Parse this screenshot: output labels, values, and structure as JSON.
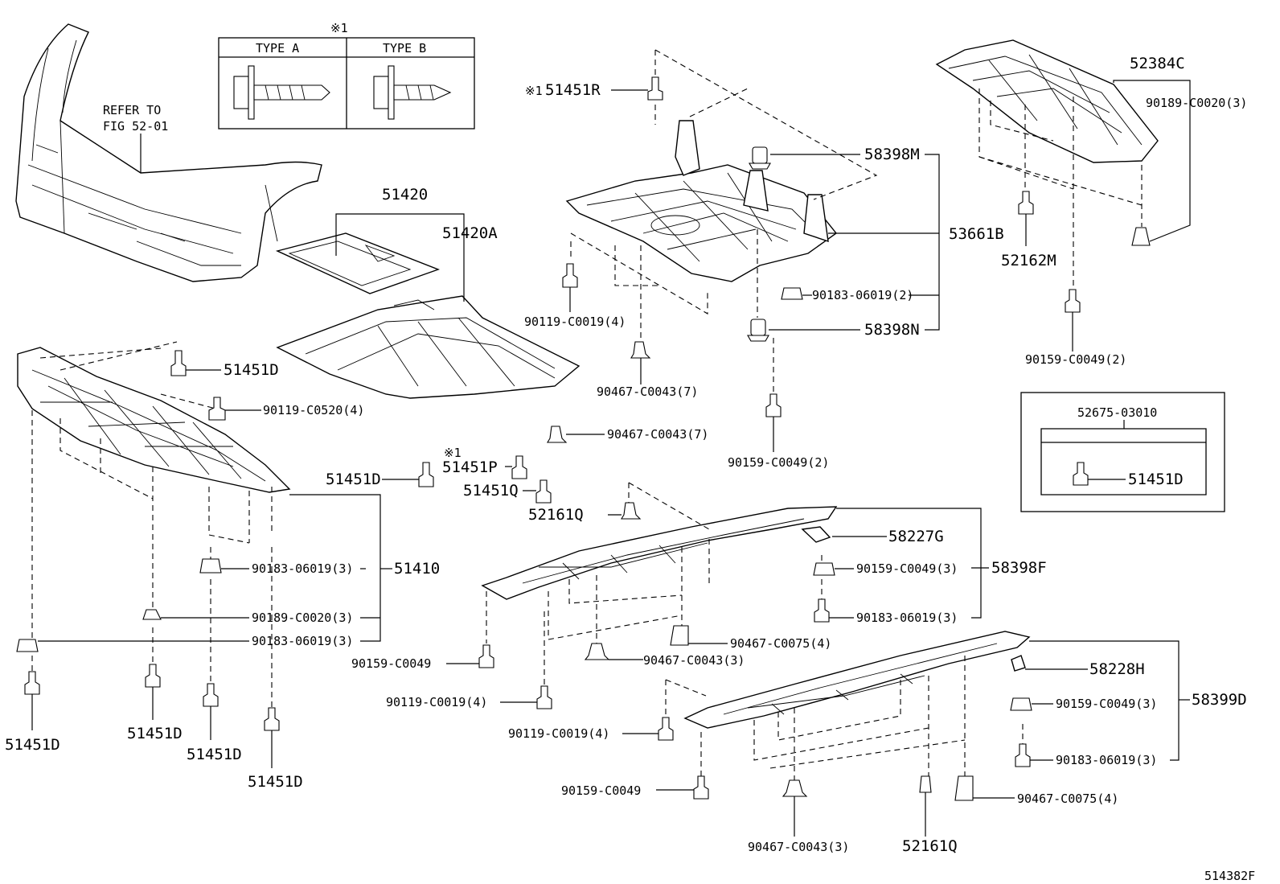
{
  "refer_note": [
    "REFER TO",
    "FIG 52-01"
  ],
  "type_box": {
    "marker": "※1",
    "type_a": "TYPE A",
    "type_b": "TYPE B"
  },
  "inset_box": {
    "header": "52675-03010",
    "part": "51451D"
  },
  "diagram_id": "514382F",
  "labels": {
    "p51420": "51420",
    "p51420A": "51420A",
    "p51451R": "51451R",
    "p51451R_mark": "※1",
    "p58398M": "58398M",
    "p53661B": "53661B",
    "p90183_06019_2": "90183-06019(2)",
    "p58398N": "58398N",
    "p90119_C0019_4_top": "90119-C0019(4)",
    "p90467_C0043_7_a": "90467-C0043(7)",
    "p90467_C0043_7_b": "90467-C0043(7)",
    "p90159_C0049_2_mid": "90159-C0049(2)",
    "p52384C": "52384C",
    "p90189_C0020_3_top": "90189-C0020(3)",
    "p52162M": "52162M",
    "p90159_C0049_2_right": "90159-C0049(2)",
    "p51451D_a": "51451D",
    "p90119_C0520_4": "90119-C0520(4)",
    "p51451D_b": "51451D",
    "p51451P_mark": "※1",
    "p51451P": "51451P",
    "p51451Q": "51451Q",
    "p52161Q_top": "52161Q",
    "p51410": "51410",
    "p90183_06019_3_a": "90183-06019(3)",
    "p90189_C0020_3": "90189-C0020(3)",
    "p90183_06019_3_b": "90183-06019(3)",
    "p51451D_c": "51451D",
    "p51451D_d": "51451D",
    "p51451D_e": "51451D",
    "p51451D_f": "51451D",
    "p58227G": "58227G",
    "p58398F": "58398F",
    "p90159_C0049_3_a": "90159-C0049(3)",
    "p90183_06019_3_c": "90183-06019(3)",
    "p90467_C0075_4_a": "90467-C0075(4)",
    "p90159_C0049_a": "90159-C0049",
    "p90467_C0043_3_a": "90467-C0043(3)",
    "p90119_C0019_4_a": "90119-C0019(4)",
    "p90119_C0019_4_b": "90119-C0019(4)",
    "p58228H": "58228H",
    "p58399D": "58399D",
    "p90159_C0049_3_b": "90159-C0049(3)",
    "p90183_06019_3_d": "90183-06019(3)",
    "p90159_C0049_b": "90159-C0049",
    "p90467_C0075_4_b": "90467-C0075(4)",
    "p90467_C0043_3_b": "90467-C0043(3)",
    "p52161Q_bottom": "52161Q"
  }
}
